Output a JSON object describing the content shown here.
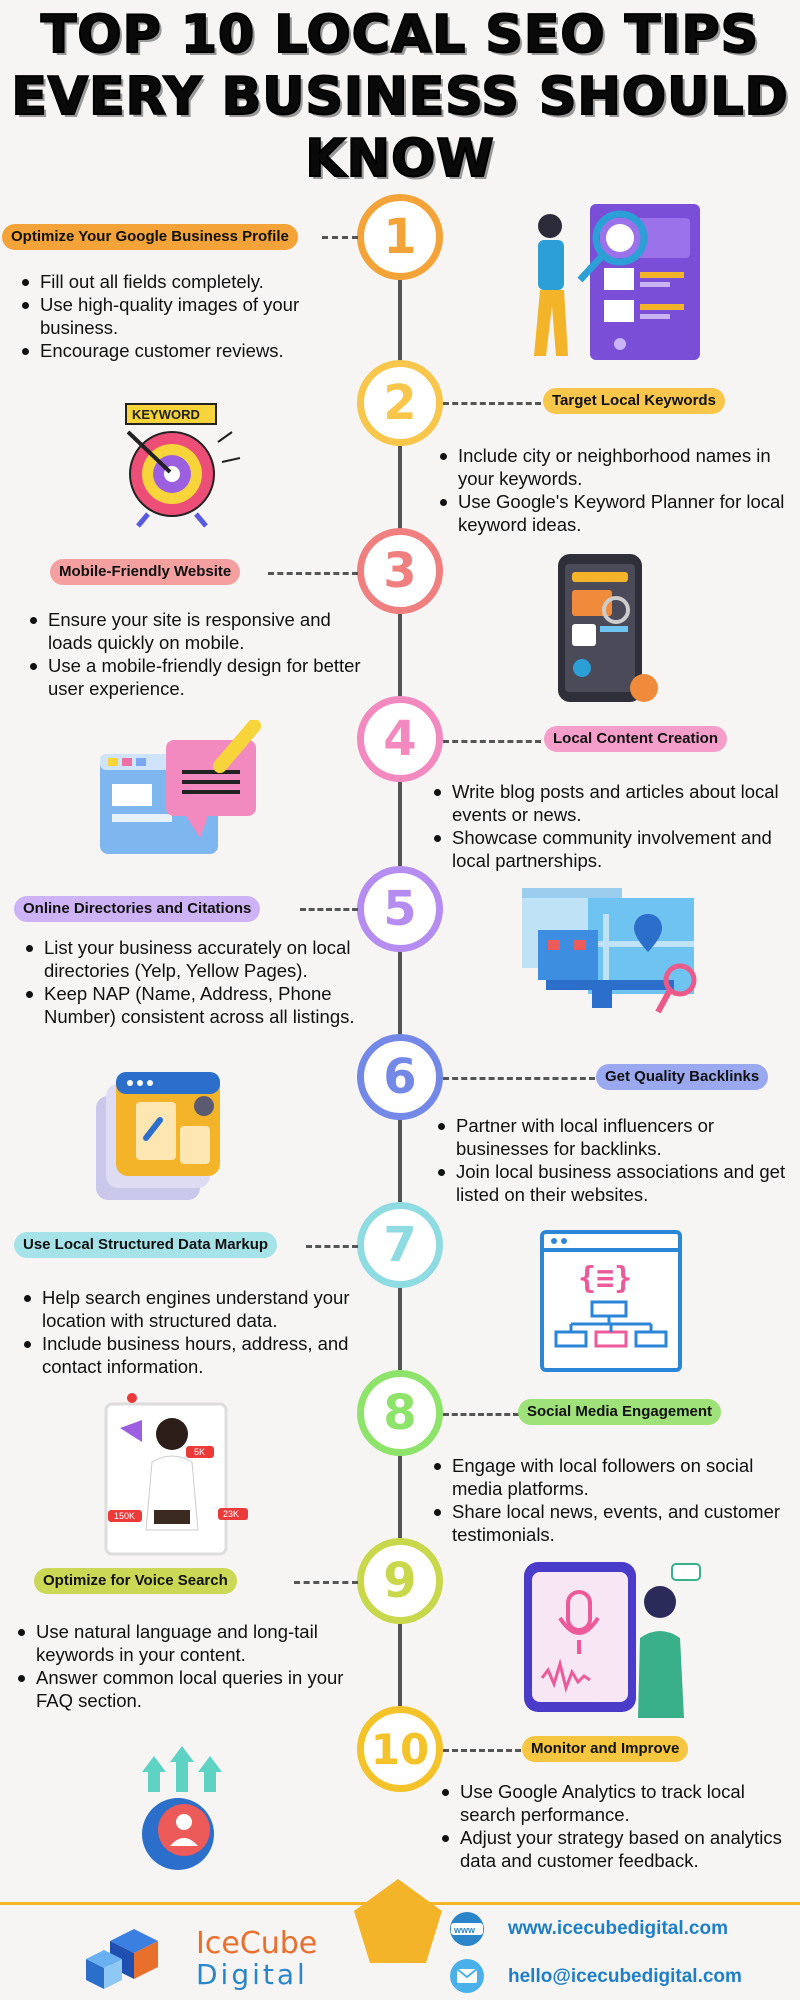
{
  "title": [
    "TOP 10 LOCAL SEO TIPS",
    "EVERY BUSINESS SHOULD",
    "KNOW"
  ],
  "colors": {
    "orange": "#f3a338",
    "yellow": "#f7c64a",
    "coral": "#f08080",
    "pink": "#f28ac0",
    "purple": "#b58cf0",
    "blue": "#7488e8",
    "teal": "#8fdbe2",
    "green": "#8ee36a",
    "olive": "#c8d84a",
    "gold": "#f4c229"
  },
  "tips": [
    {
      "number": "1",
      "label": "Optimize Your Google Business Profile",
      "bullets": [
        "Fill out all fields completely.",
        "Use high-quality images of your business.",
        "Encourage customer reviews."
      ]
    },
    {
      "number": "2",
      "label": "Target Local Keywords",
      "bullets": [
        "Include city or neighborhood names in your keywords.",
        "Use Google's Keyword Planner for local keyword ideas."
      ]
    },
    {
      "number": "3",
      "label": "Mobile-Friendly Website",
      "bullets": [
        "Ensure your site is responsive and loads quickly on mobile.",
        "Use a mobile-friendly design for better user experience."
      ]
    },
    {
      "number": "4",
      "label": "Local Content Creation",
      "bullets": [
        "Write blog posts and articles about local events or news.",
        "Showcase community involvement and local partnerships."
      ]
    },
    {
      "number": "5",
      "label": "Online Directories and Citations",
      "bullets": [
        "List your business accurately on local directories (Yelp, Yellow Pages).",
        "Keep NAP (Name, Address, Phone Number) consistent across all listings."
      ]
    },
    {
      "number": "6",
      "label": "Get Quality Backlinks",
      "bullets": [
        "Partner with local influencers or businesses for backlinks.",
        "Join local business associations and get listed on their websites."
      ]
    },
    {
      "number": "7",
      "label": "Use Local Structured Data Markup",
      "bullets": [
        "Help search engines understand your location with structured data.",
        "Include business hours, address, and contact information."
      ]
    },
    {
      "number": "8",
      "label": "Social Media Engagement",
      "bullets": [
        "Engage with local followers on social media platforms.",
        "Share local news, events, and customer testimonials."
      ]
    },
    {
      "number": "9",
      "label": "Optimize for Voice Search",
      "bullets": [
        "Use natural language and long-tail keywords in your content.",
        "Answer common local queries in your FAQ section."
      ]
    },
    {
      "number": "10",
      "label": "Monitor and Improve",
      "bullets": [
        "Use Google Analytics to track local search performance.",
        "Adjust your strategy based on analytics data and customer feedback."
      ]
    }
  ],
  "illustrations": {
    "keyword_tag": "KEYWORD",
    "social_likes": "5K",
    "social_hearts": "150K",
    "social_comments": "23K",
    "web_icon_text": "www"
  },
  "footer": {
    "brand_top": "IceCube",
    "brand_bottom": "Digital",
    "website": "www.icecubedigital.com",
    "email": "hello@icecubedigital.com"
  }
}
